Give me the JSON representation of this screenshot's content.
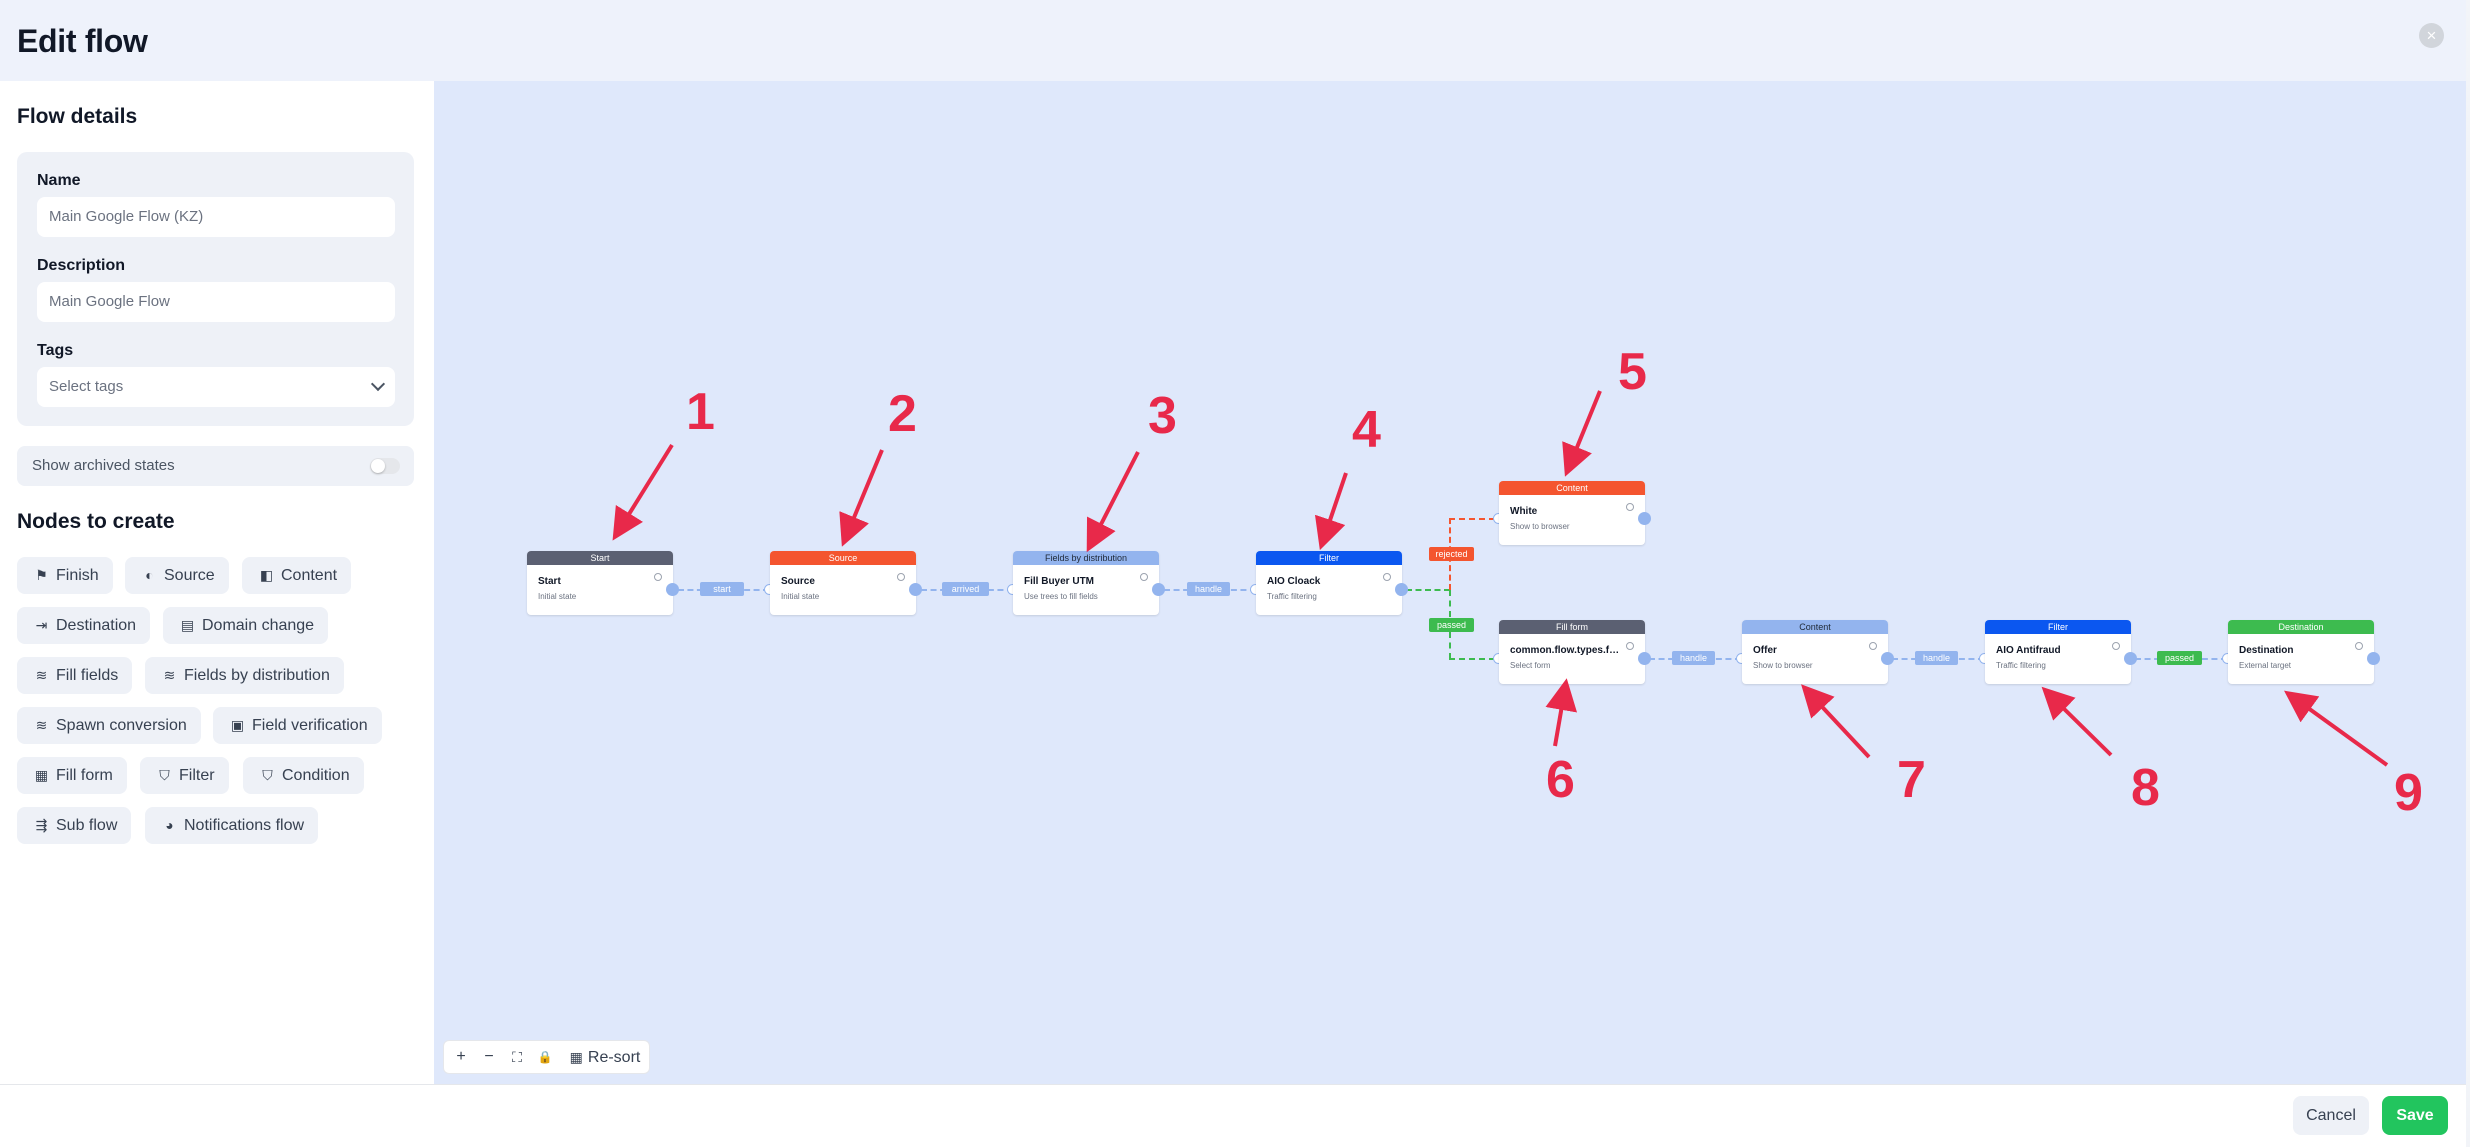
{
  "header": {
    "title": "Edit flow",
    "close_icon": "×"
  },
  "sidebar": {
    "flow_details_title": "Flow details",
    "name_label": "Name",
    "name_value": "Main Google Flow (KZ)",
    "description_label": "Description",
    "description_value": "Main Google Flow",
    "tags_label": "Tags",
    "tags_placeholder": "Select tags",
    "show_archived_label": "Show archived states",
    "nodes_title": "Nodes to create",
    "nodes": [
      {
        "label": "Finish",
        "icon": "flag-icon",
        "glyph": "⚑"
      },
      {
        "label": "Source",
        "icon": "source-icon",
        "glyph": "◐"
      },
      {
        "label": "Content",
        "icon": "content-icon",
        "glyph": "◧"
      },
      {
        "label": "Destination",
        "icon": "destination-icon",
        "glyph": "⇥"
      },
      {
        "label": "Domain change",
        "icon": "domain-change-icon",
        "glyph": "▤"
      },
      {
        "label": "Fill fields",
        "icon": "fill-fields-icon",
        "glyph": "≋"
      },
      {
        "label": "Fields by distribution",
        "icon": "fields-by-distribution-icon",
        "glyph": "≋"
      },
      {
        "label": "Spawn conversion",
        "icon": "spawn-conversion-icon",
        "glyph": "≋"
      },
      {
        "label": "Field verification",
        "icon": "field-verification-icon",
        "glyph": "▣"
      },
      {
        "label": "Fill form",
        "icon": "fill-form-icon",
        "glyph": "▦"
      },
      {
        "label": "Filter",
        "icon": "filter-icon",
        "glyph": "⛉"
      },
      {
        "label": "Condition",
        "icon": "condition-icon",
        "glyph": "⛉"
      },
      {
        "label": "Sub flow",
        "icon": "sub-flow-icon",
        "glyph": "⇶"
      },
      {
        "label": "Notifications flow",
        "icon": "notifications-flow-icon",
        "glyph": "◕"
      }
    ]
  },
  "canvas": {
    "nodes": [
      {
        "header": "Start",
        "title": "Start",
        "subtitle": "Initial state",
        "color": "#5b6072"
      },
      {
        "header": "Source",
        "title": "Source",
        "subtitle": "Initial state",
        "color": "#f4552f"
      },
      {
        "header": "Fields by distribution",
        "title": "Fill Buyer UTM",
        "subtitle": "Use trees to fill fields",
        "color": "#93b4ee"
      },
      {
        "header": "Filter",
        "title": "AIO Cloack",
        "subtitle": "Traffic filtering",
        "color": "#0b57f0"
      },
      {
        "header": "Content",
        "title": "White",
        "subtitle": "Show to browser",
        "color": "#f4552f"
      },
      {
        "header": "Fill form",
        "title": "common.flow.types.fill_form",
        "subtitle": "Select form",
        "color": "#5b6072"
      },
      {
        "header": "Content",
        "title": "Offer",
        "subtitle": "Show to browser",
        "color": "#93b4ee"
      },
      {
        "header": "Filter",
        "title": "AIO Antifraud",
        "subtitle": "Traffic filtering",
        "color": "#0b57f0"
      },
      {
        "header": "Destination",
        "title": "Destination",
        "subtitle": "External target",
        "color": "#3dbb4f"
      }
    ],
    "edges": {
      "start": "start",
      "arrived": "arrived",
      "handle1": "handle",
      "rejected": "rejected",
      "passed1": "passed",
      "handle2": "handle",
      "handle3": "handle",
      "passed2": "passed"
    },
    "annotations": [
      "1",
      "2",
      "3",
      "4",
      "5",
      "6",
      "7",
      "8",
      "9"
    ],
    "controls": {
      "zoom_in": "+",
      "zoom_out": "−",
      "fit": "⛶",
      "lock": "🔒",
      "resort": "Re-sort"
    }
  },
  "footer": {
    "cancel": "Cancel",
    "save": "Save"
  }
}
